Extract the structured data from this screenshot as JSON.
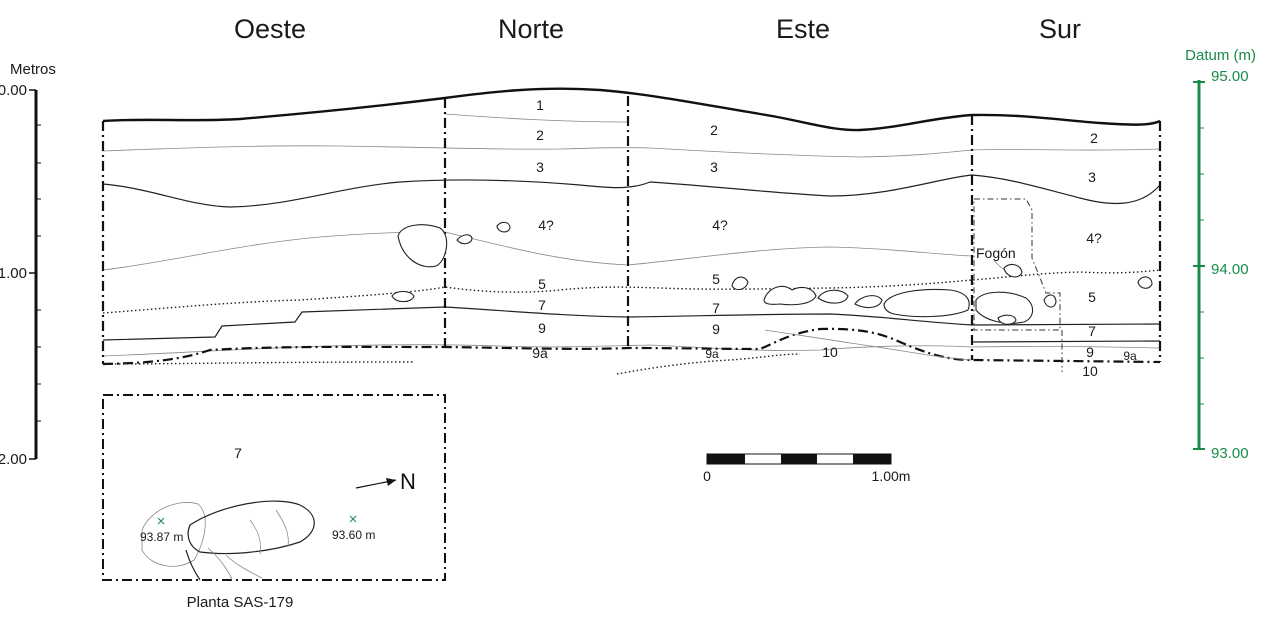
{
  "walls": [
    "Oeste",
    "Norte",
    "Este",
    "Sur"
  ],
  "left_axis": {
    "label": "Metros",
    "ticks": [
      "0.00",
      "1.00",
      "2.00"
    ]
  },
  "right_axis": {
    "label": "Datum (m)",
    "ticks": [
      "95.00",
      "94.00",
      "93.00"
    ],
    "color": "#1a8a4a"
  },
  "layers": {
    "norte": [
      "1",
      "2",
      "3",
      "4?",
      "5",
      "7",
      "9",
      "9a"
    ],
    "este": [
      "2",
      "3",
      "4?",
      "5",
      "7",
      "9",
      "9a",
      "10"
    ],
    "sur": [
      "2",
      "3",
      "4?",
      "5",
      "7",
      "9",
      "9a",
      "10"
    ]
  },
  "feature_label": "Fogón",
  "scale_bar": {
    "start": "0",
    "end": "1.00m"
  },
  "plan": {
    "layer": "7",
    "north": "N",
    "elevations": [
      "93.87 m",
      "93.60 m"
    ],
    "caption": "Planta SAS-179"
  }
}
